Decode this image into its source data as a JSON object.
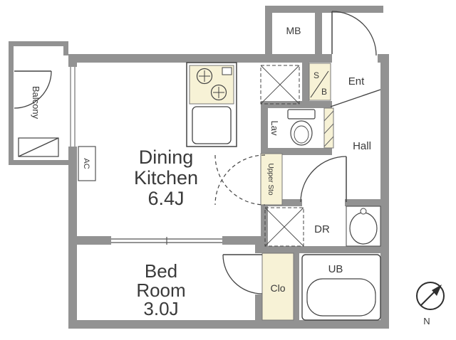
{
  "colors": {
    "wall": "#929292",
    "cream": "#f7f2d6",
    "fixture_line": "#444444",
    "text": "#3a3a3a"
  },
  "rooms": {
    "balcony": {
      "label": "Balcony"
    },
    "dining_kitchen": {
      "line1": "Dining",
      "line2": "Kitchen",
      "size": "6.4J"
    },
    "bed_room": {
      "line1": "Bed",
      "line2": "Room",
      "size": "3.0J"
    },
    "hall": {
      "label": "Hall"
    },
    "ent": {
      "label": "Ent"
    },
    "lav": {
      "label": "Lav"
    },
    "dr": {
      "label": "DR"
    },
    "ub": {
      "label": "UB"
    },
    "clo": {
      "label": "Clo"
    },
    "mb": {
      "label": "MB"
    },
    "sb": {
      "label": "S/B",
      "line1": "S",
      "line2": "B"
    },
    "upper_sto": {
      "label": "Upper Sto"
    },
    "ac": {
      "label": "AC"
    }
  },
  "compass": {
    "label": "N"
  }
}
